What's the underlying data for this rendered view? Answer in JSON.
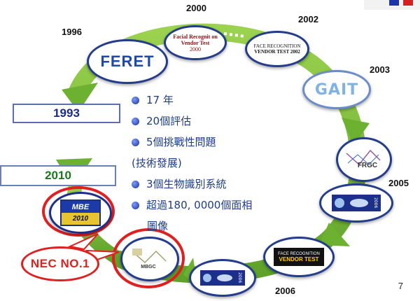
{
  "years": {
    "y1996": "1996",
    "y2000": "2000",
    "y2002": "2002",
    "y2003": "2003",
    "y2005": "2005",
    "y2006": "2006"
  },
  "left_boxes": {
    "box1993": "1993",
    "box2010": "2010"
  },
  "milestones": {
    "feret": "FERET",
    "frvt2000_line1": "Facial Recognit on",
    "frvt2000_line2": "Vendor Test",
    "frvt2000_line3": "2000",
    "frvt2002_line1": "FACE RECOGNITION",
    "frvt2002_line2": "VENDOR TEST 2002",
    "gait": "GAIT",
    "frgc": "FRGC",
    "ice_side": "2006",
    "frvt2006_line1": "FACE RECOGNITION",
    "frvt2006_line2": "VENDOR TEST",
    "ice2006_side": "2006",
    "mbgc": "MBGC",
    "mbe_line1": "MBE",
    "mbe_line2": "2010"
  },
  "bullets": {
    "b1": "17 年",
    "b2": "20個評估",
    "b3": "5個挑戰性問題",
    "b3_sub": "(技術發展)",
    "b4": "3個生物識別系統",
    "b5": "超過180, 0000個面相",
    "b5_sub": "圖像"
  },
  "callout": "NEC NO.1",
  "page_number": "7",
  "colors": {
    "arrow_green": "#7bbf3a",
    "ellipse_border": "#243c8c",
    "callout_red": "#e02020",
    "text_blue": "#1f3c88",
    "label_green": "#1a7a1a"
  }
}
